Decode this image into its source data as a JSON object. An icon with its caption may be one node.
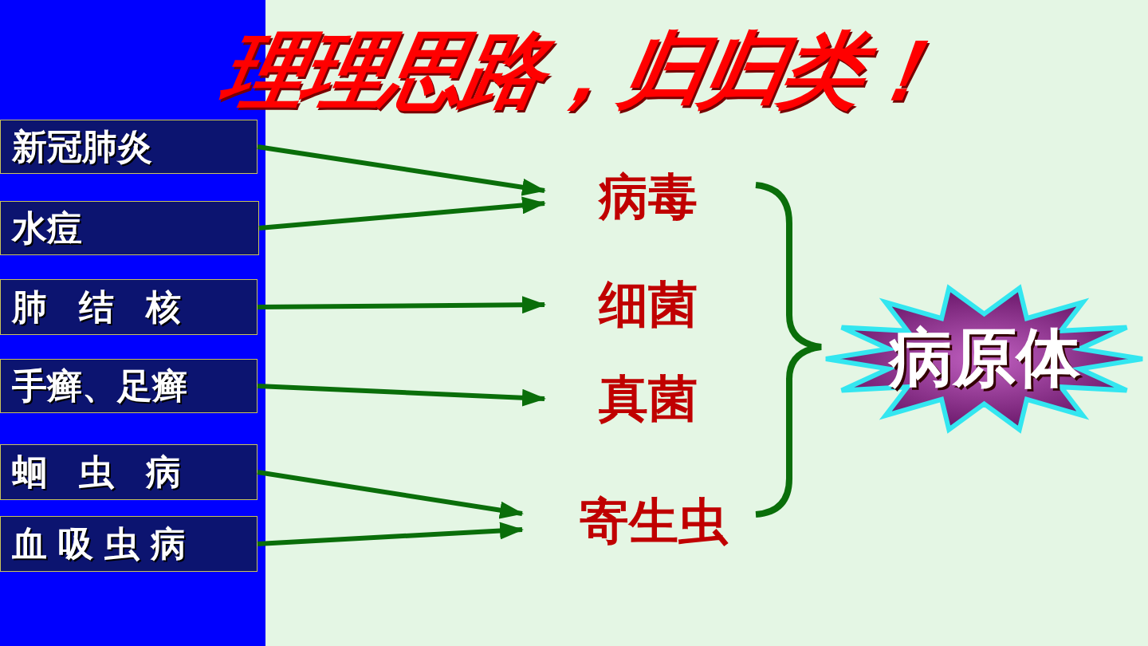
{
  "diagram": {
    "title": "理理思路，归归类！",
    "nodes": [
      {
        "text": [
          "新冠肺炎"
        ]
      },
      {
        "text": [
          "水痘"
        ]
      },
      {
        "text": [
          "肺结核"
        ]
      },
      {
        "text": [
          "手癣、足癣"
        ]
      },
      {
        "text": [
          "蛔虫病"
        ]
      },
      {
        "text": [
          "血吸虫病"
        ]
      },
      {
        "text": [
          "病毒"
        ]
      },
      {
        "text": [
          "细菌"
        ]
      },
      {
        "text": [
          "真菌"
        ]
      },
      {
        "text": [
          "寄生虫"
        ]
      },
      {
        "text": [
          "病原体"
        ]
      }
    ],
    "edges": [
      {
        "from": 0,
        "to": 6,
        "arrow": "to"
      },
      {
        "from": 1,
        "to": 6,
        "arrow": "to"
      },
      {
        "from": 2,
        "to": 7,
        "arrow": "to"
      },
      {
        "from": 3,
        "to": 8,
        "arrow": "to"
      },
      {
        "from": 4,
        "to": 9,
        "arrow": "to"
      },
      {
        "from": 5,
        "to": 9,
        "arrow": "to"
      }
    ]
  }
}
